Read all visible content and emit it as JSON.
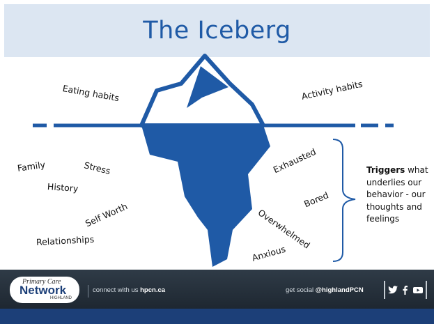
{
  "slide": {
    "title": "The Iceberg",
    "above_labels": [
      "Eating habits",
      "Activity habits"
    ],
    "below_left_labels": [
      "Family",
      "Stress",
      "History",
      "Self Worth",
      "Relationships"
    ],
    "below_right_labels": [
      "Exhausted",
      "Bored",
      "Overwhelmed",
      "Anxious"
    ],
    "triggers": {
      "bold": "Triggers",
      "rest": " what underlies our behavior - our thoughts and feelings"
    }
  },
  "footer": {
    "logo_line1": "Primary Care",
    "logo_line2": "Network",
    "logo_line3": "HIGHLAND",
    "connect_prefix": "connect with us ",
    "connect_site": "hpcn.ca",
    "social_prefix": "get social ",
    "social_handle": "@highlandPCN",
    "icons": [
      "twitter-icon",
      "facebook-icon",
      "youtube-icon"
    ]
  },
  "colors": {
    "accent": "#1f5aa6",
    "title_bar": "#dce6f2",
    "iceberg": "#1f5aa6",
    "footer": "#2f3b47"
  }
}
